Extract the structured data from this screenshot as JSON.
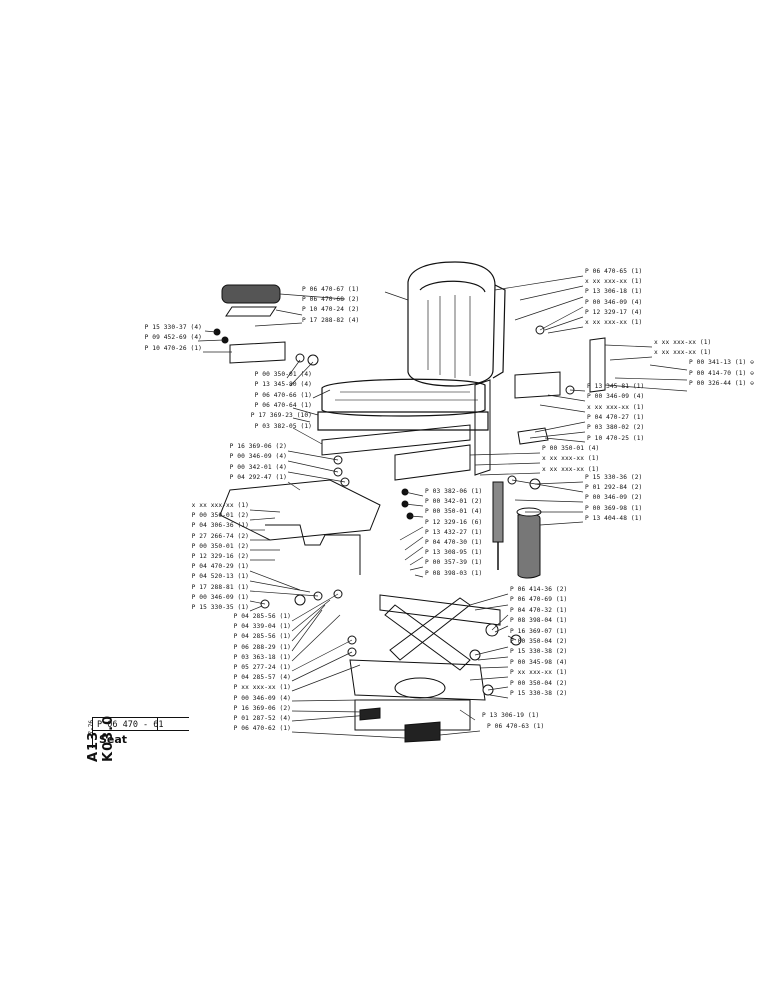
{
  "sheet": {
    "code": "A13 K03.0",
    "revision_date": "7-76",
    "part_number": "P 06 470 - 61",
    "title": "Seat"
  },
  "labels": {
    "top_center": [
      "P 06 470-67 (1)",
      "P 06 470-68 (2)",
      "P 10 470-24 (2)",
      "P 17 288-82 (4)"
    ],
    "left_top": [
      "P 15 330-37 (4)",
      "P 09 452-69 (4)",
      "P 10 470-26 (1)"
    ],
    "center_mid": [
      "P 00 350-01 (4)",
      "P 13 345-80 (4)",
      "P 06 470-66 (1)",
      "P 06 470-64 (1)",
      "P 17 369-23 (10)",
      "P 03 382-05 (1)"
    ],
    "right_top": [
      "P 06 470-65 (1)",
      "x xx xxx-xx (1)",
      "P 13 306-18 (1)",
      "P 00 346-09 (4)",
      "P 12 329-17 (4)",
      "x xx xxx-xx (1)"
    ],
    "right_bracket": [
      "x xx xxx-xx (1)",
      "x xx xxx-xx (1)",
      "P 00 341-13 (1) ⊖",
      "P 00 414-70 (1) ⊖",
      "P 00 326-44 (1) ⊖"
    ],
    "right_mid": [
      "P 13 345-81 (1)",
      "P 00 346-09 (4)",
      "x xx xxx-xx (1)",
      "P 04 470-27 (1)",
      "P 03 380-02 (2)",
      "P 10 470-25 (1)"
    ],
    "left_mid": [
      "P 16 369-06 (2)",
      "P 00 346-09 (4)",
      "P 00 342-01 (4)",
      "P 04 292-47 (1)"
    ],
    "center_right": [
      "P 00 350-01 (4)",
      "x xx xxx-xx (1)",
      "x xx xxx-xx (1)"
    ],
    "shock_right": [
      "P 15 330-36 (2)",
      "P 01 292-84 (2)",
      "P 00 346-09 (2)",
      "P 00 369-98 (1)",
      "P 13 404-48 (1)"
    ],
    "center_shock": [
      "P 03 382-06 (1)",
      "P 00 342-01 (2)",
      "P 00 350-01 (4)",
      "P 12 329-16 (6)",
      "P 13 432-27 (1)",
      "P 04 470-30 (1)",
      "P 13 308-95 (1)",
      "P 00 357-39 (1)",
      "P 08 398-03 (1)"
    ],
    "left_lower": [
      "x xx xxx-xx (1)",
      "P 00 350-01 (2)",
      "P 04 306-36 (1)",
      "P 27 266-74 (2)",
      "P 00 350-01 (2)",
      "P 12 329-16 (2)",
      "P 04 470-29 (1)",
      "P 04 520-13 (1)",
      "P 17 288-81 (1)",
      "P 00 346-09 (1)",
      "P 15 330-35 (1)"
    ],
    "bottom_left": [
      "P 04 285-56 (1)",
      "P 04 339-04 (1)",
      "P 04 285-56 (1)",
      "P 06 288-29 (1)",
      "P 03 363-18 (1)",
      "P 05 277-24 (1)",
      "P 04 285-57 (4)",
      "P xx xxx-xx (1)",
      "P 00 346-09 (4)",
      "P 16 369-06 (2)",
      "P 01 287-52 (4)",
      "P 06 470-62 (1)"
    ],
    "bottom_right": [
      "P 06 414-36 (2)",
      "P 06 470-69 (1)",
      "P 04 470-32 (1)",
      "P 08 398-04 (1)",
      "P 16 369-07 (1)",
      "P 00 350-04 (2)",
      "P 15 330-38 (2)",
      "P 00 345-98 (4)",
      "P xx xxx-xx (1)",
      "P 00 350-04 (2)",
      "P 15 330-38 (2)"
    ],
    "bottom_center": [
      "P 13 306-19 (1)",
      "P 06 470-63 (1)"
    ]
  }
}
